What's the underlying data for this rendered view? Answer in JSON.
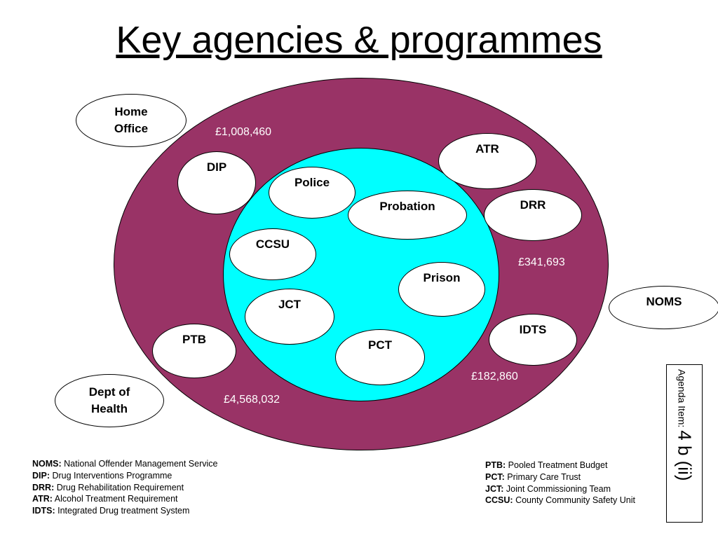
{
  "title": "Key agencies & programmes",
  "colors": {
    "outer_ring": "#993366",
    "inner_core": "#00ffff",
    "money_text": "#ffffff"
  },
  "external_bodies": {
    "home_office": "Home Office",
    "dept_of_health": "Dept of Health",
    "noms": "NOMS"
  },
  "programmes": {
    "dip": "DIP",
    "atr": "ATR",
    "drr": "DRR",
    "idts": "IDTS",
    "ptb": "PTB"
  },
  "agencies": {
    "police": "Police",
    "probation": "Probation",
    "ccsu": "CCSU",
    "prison": "Prison",
    "jct": "JCT",
    "pct": "PCT"
  },
  "funding": {
    "home_office": "£1,008,460",
    "noms": "£341,693",
    "idts": "£182,860",
    "dept_of_health": "£4,568,032"
  },
  "legend_left": [
    {
      "abbr": "NOMS:",
      "text": "National Offender Management Service"
    },
    {
      "abbr": "DIP:",
      "text": "Drug Interventions Programme"
    },
    {
      "abbr": "DRR:",
      "text": "Drug Rehabilitation Requirement"
    },
    {
      "abbr": "ATR:",
      "text": "Alcohol Treatment Requirement"
    },
    {
      "abbr": "IDTS:",
      "text": "Integrated Drug treatment System"
    }
  ],
  "legend_right": [
    {
      "abbr": "PTB:",
      "text": "Pooled Treatment Budget"
    },
    {
      "abbr": "PCT:",
      "text": "Primary Care Trust"
    },
    {
      "abbr": "JCT:",
      "text": "Joint Commissioning Team"
    },
    {
      "abbr": "CCSU:",
      "text": "County Community Safety Unit"
    }
  ],
  "agenda": {
    "label": "Agenda Item:",
    "number": "4 b (ii)"
  }
}
